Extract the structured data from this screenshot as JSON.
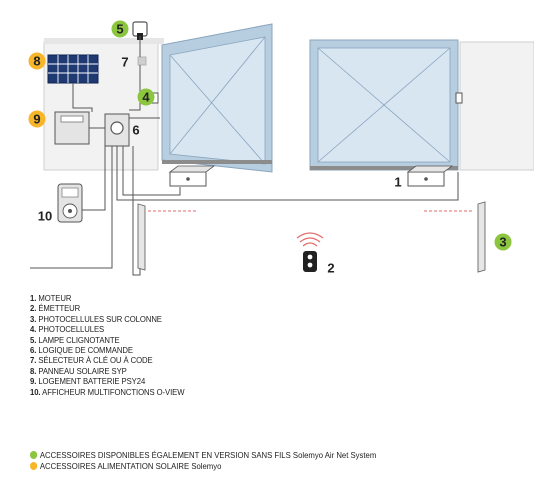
{
  "callouts": [
    {
      "id": "c1",
      "num": "1",
      "style": "plain"
    },
    {
      "id": "c2",
      "num": "2",
      "style": "plain"
    },
    {
      "id": "c3",
      "num": "3",
      "style": "badge",
      "color": "#8cc63f"
    },
    {
      "id": "c4",
      "num": "4",
      "style": "badge",
      "color": "#8cc63f"
    },
    {
      "id": "c5",
      "num": "5",
      "style": "badge",
      "color": "#8cc63f"
    },
    {
      "id": "c6",
      "num": "6",
      "style": "plain"
    },
    {
      "id": "c7",
      "num": "7",
      "style": "plain"
    },
    {
      "id": "c8",
      "num": "8",
      "style": "badge",
      "color": "#f7b529"
    },
    {
      "id": "c9",
      "num": "9",
      "style": "badge",
      "color": "#f7b529"
    },
    {
      "id": "c10",
      "num": "10",
      "style": "plain"
    }
  ],
  "legend": [
    {
      "num": "1.",
      "label": "MOTEUR"
    },
    {
      "num": "2.",
      "label": "ÉMETTEUR"
    },
    {
      "num": "3.",
      "label": "PHOTOCELLULES SUR COLONNE"
    },
    {
      "num": "4.",
      "label": "PHOTOCELLULES"
    },
    {
      "num": "5.",
      "label": "LAMPE CLIGNOTANTE"
    },
    {
      "num": "6.",
      "label": "LOGIQUE DE COMMANDE"
    },
    {
      "num": "7.",
      "label": "SÉLECTEUR À CLÉ OU À CODE"
    },
    {
      "num": "8.",
      "label": "PANNEAU SOLAIRE SYP"
    },
    {
      "num": "9.",
      "label": "LOGEMENT BATTERIE PSY24"
    },
    {
      "num": "10.",
      "label": "AFFICHEUR MULTIFONCTIONS O-VIEW"
    }
  ],
  "notes": [
    {
      "color": "#8cc63f",
      "text": "ACCESSOIRES DISPONIBLES ÉGALEMENT EN VERSION SANS FILS Solemyo Air Net System"
    },
    {
      "color": "#f7b529",
      "text": "ACCESSOIRES ALIMENTATION SOLAIRE Solemyo"
    }
  ],
  "colors": {
    "wall": "#f2f2f2",
    "wall_stroke": "#c8c8c8",
    "gate_frame": "#b7cde0",
    "gate_panel": "#d8e6f2",
    "wire": "#555555",
    "beam": "#e46a6a",
    "green": "#8cc63f",
    "yellow": "#f7b529"
  }
}
